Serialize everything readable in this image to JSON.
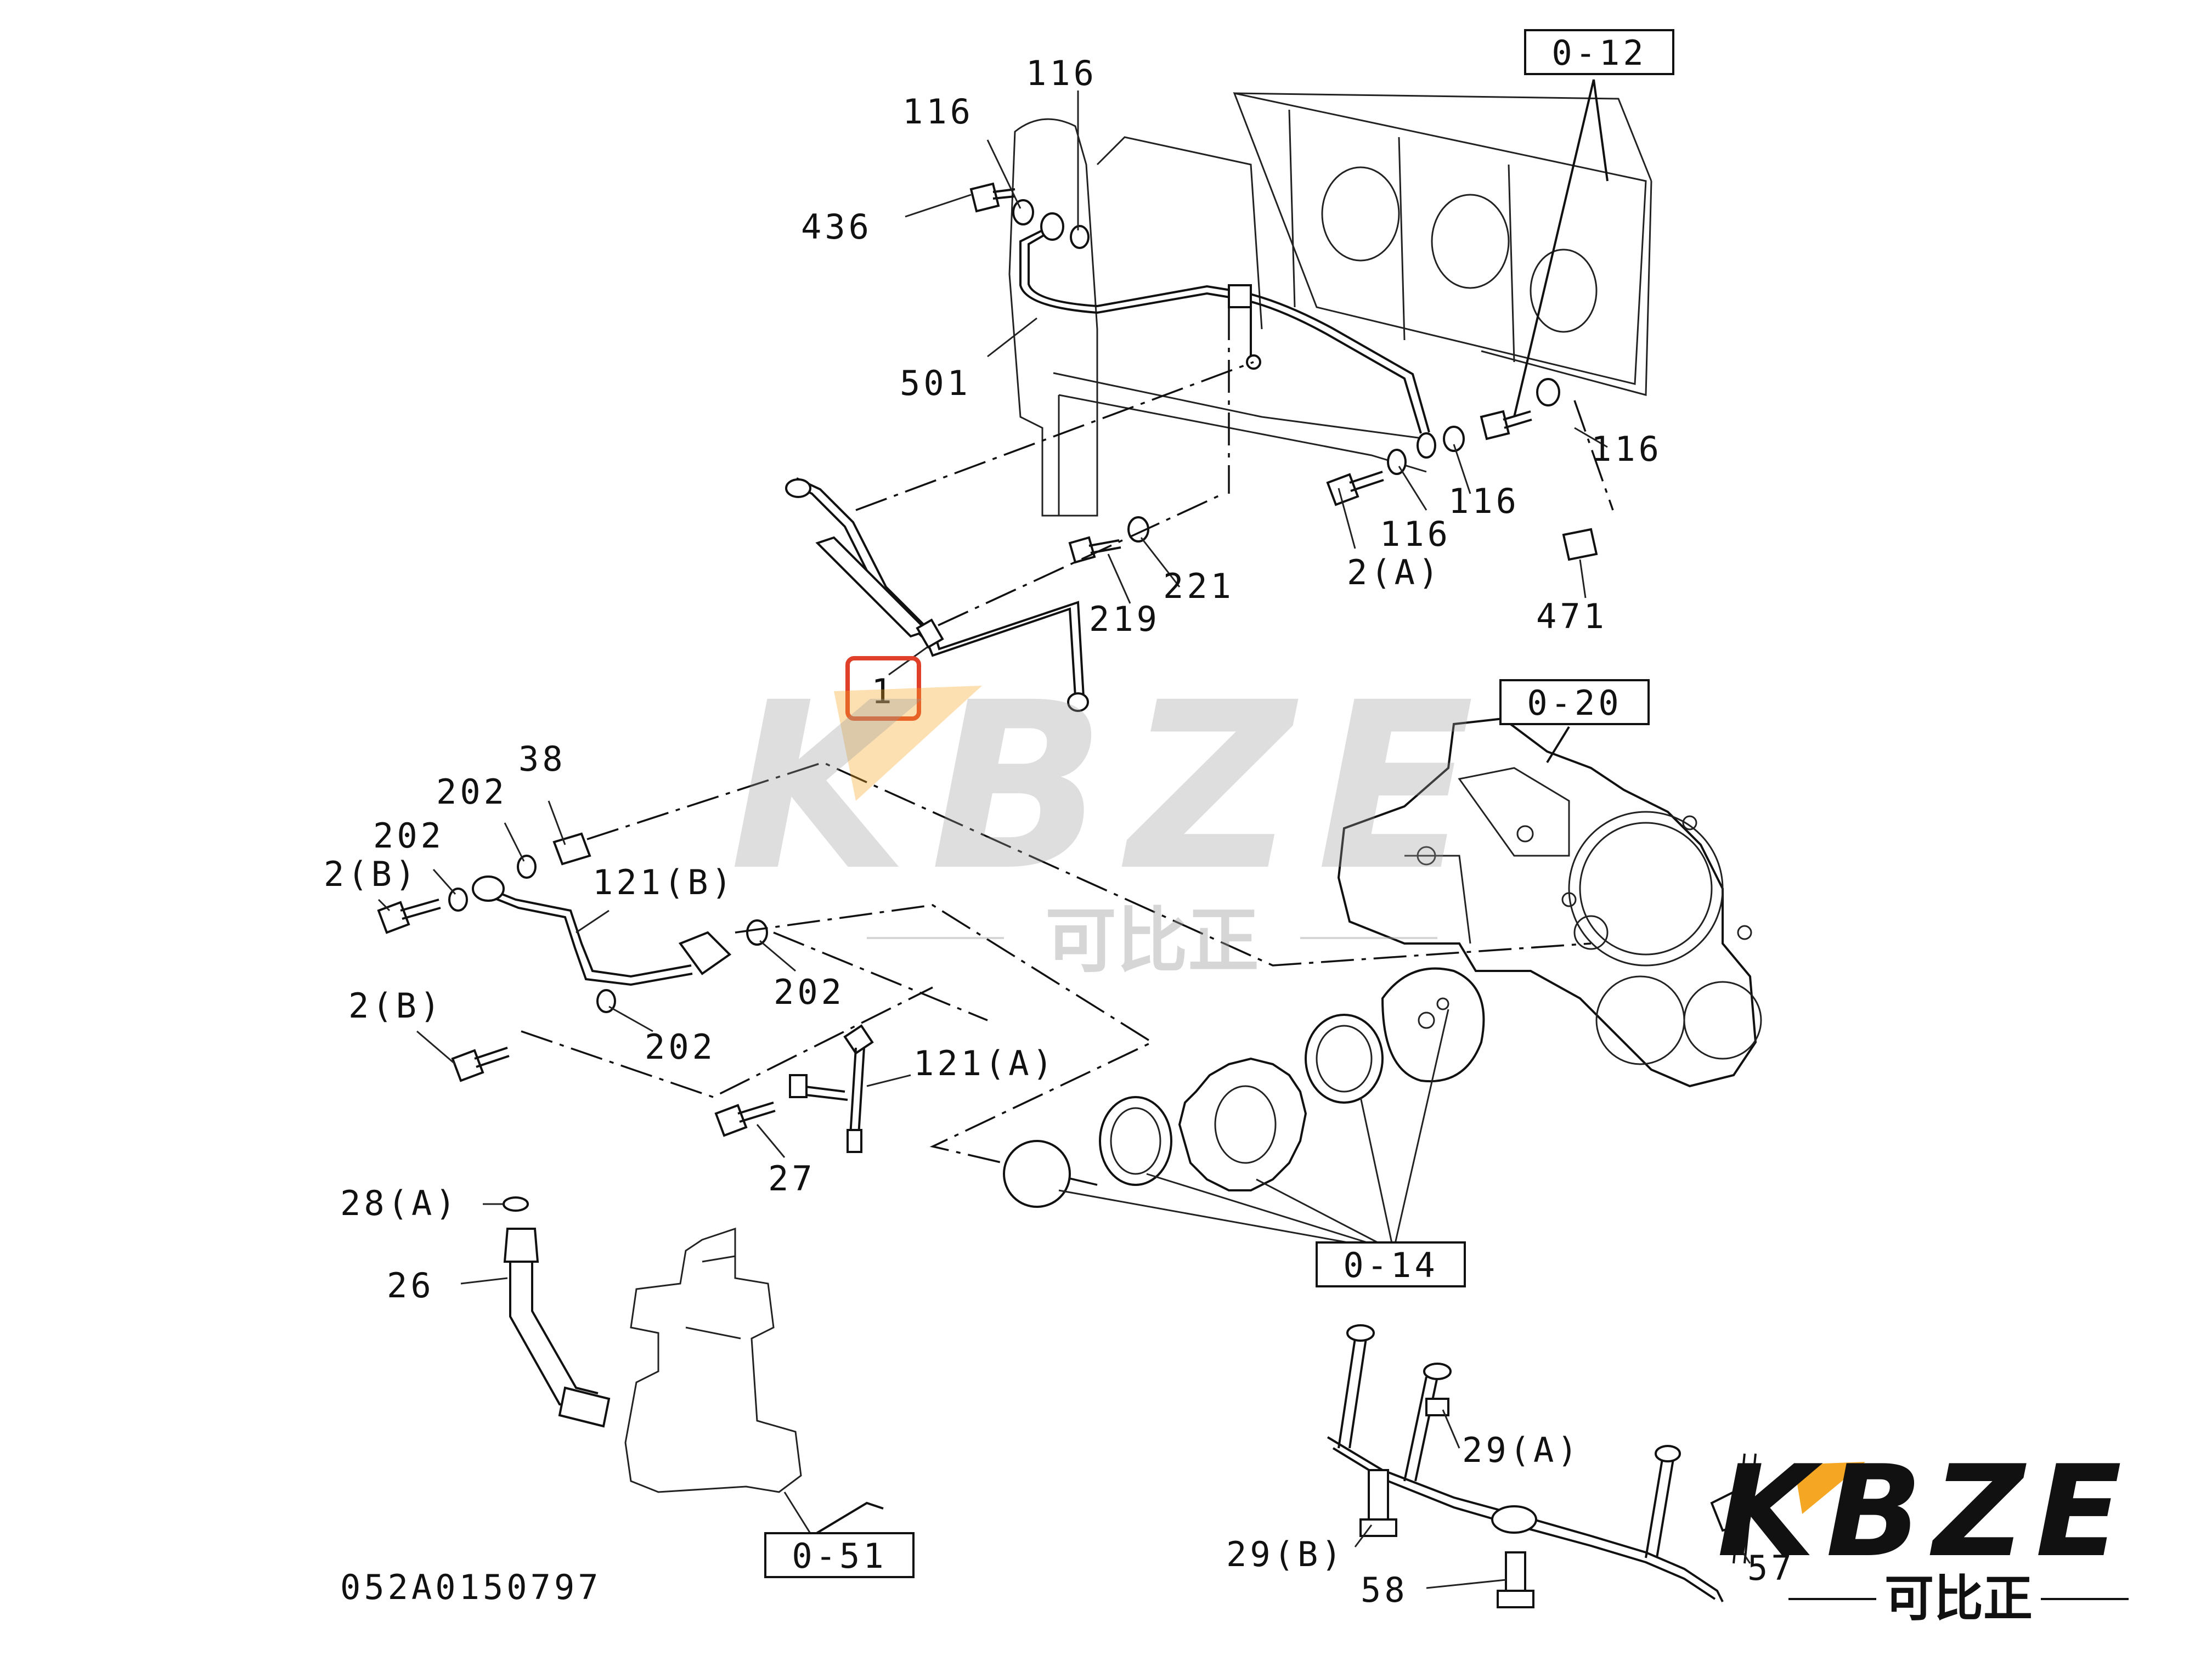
{
  "drawing_code": "052A0150797",
  "highlighted_callout": "1",
  "highlight_color": "#e0402a",
  "watermark": {
    "latin": "KBZE",
    "chinese": "可比正",
    "accent_color": "#f5a623"
  },
  "brand_logo": {
    "latin": "KBZE",
    "chinese": "可比正",
    "accent_color": "#f5a623"
  },
  "reference_boxes": [
    {
      "id": "ref-0-12",
      "label": "0-12"
    },
    {
      "id": "ref-0-20",
      "label": "0-20"
    },
    {
      "id": "ref-0-14",
      "label": "0-14"
    },
    {
      "id": "ref-0-51",
      "label": "0-51"
    }
  ],
  "callouts": [
    {
      "id": "c-116-a",
      "label": "116"
    },
    {
      "id": "c-116-b",
      "label": "116"
    },
    {
      "id": "c-436",
      "label": "436"
    },
    {
      "id": "c-501",
      "label": "501"
    },
    {
      "id": "c-116-c",
      "label": "116"
    },
    {
      "id": "c-116-d",
      "label": "116"
    },
    {
      "id": "c-116-e",
      "label": "116"
    },
    {
      "id": "c-2a",
      "label": "2(A)"
    },
    {
      "id": "c-471",
      "label": "471"
    },
    {
      "id": "c-221",
      "label": "221"
    },
    {
      "id": "c-219",
      "label": "219"
    },
    {
      "id": "c-1",
      "label": "1"
    },
    {
      "id": "c-38",
      "label": "38"
    },
    {
      "id": "c-202-a",
      "label": "202"
    },
    {
      "id": "c-202-b",
      "label": "202"
    },
    {
      "id": "c-2b-a",
      "label": "2(B)"
    },
    {
      "id": "c-121b",
      "label": "121(B)"
    },
    {
      "id": "c-202-c",
      "label": "202"
    },
    {
      "id": "c-2b-b",
      "label": "2(B)"
    },
    {
      "id": "c-202-d",
      "label": "202"
    },
    {
      "id": "c-121a",
      "label": "121(A)"
    },
    {
      "id": "c-27",
      "label": "27"
    },
    {
      "id": "c-28a",
      "label": "28(A)"
    },
    {
      "id": "c-26",
      "label": "26"
    },
    {
      "id": "c-29a",
      "label": "29(A)"
    },
    {
      "id": "c-29b",
      "label": "29(B)"
    },
    {
      "id": "c-58",
      "label": "58"
    },
    {
      "id": "c-57",
      "label": "57"
    }
  ]
}
